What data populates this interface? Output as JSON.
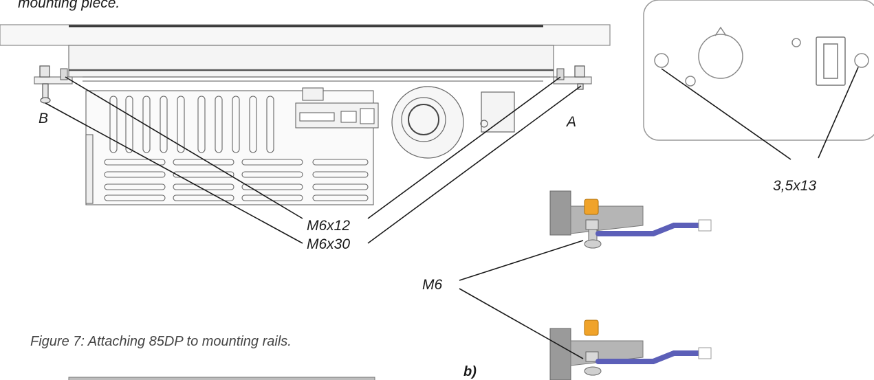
{
  "header_fragment": "mounting piece.",
  "labels": {
    "b_left": "B",
    "a_right": "A",
    "m6x12": "M6x12",
    "m6x30": "M6x30",
    "screw_35x13": "3,5x13",
    "m6": "M6",
    "part_b": "b)"
  },
  "caption": "Figure 7: Attaching 85DP  to mounting rails.",
  "colors": {
    "line": "#1a1a1a",
    "panel_outline": "#9a9a9a",
    "bracket": "#8f8f8f",
    "nut_orange": "#f0a32a",
    "strap_blue": "#5c5fb8"
  }
}
